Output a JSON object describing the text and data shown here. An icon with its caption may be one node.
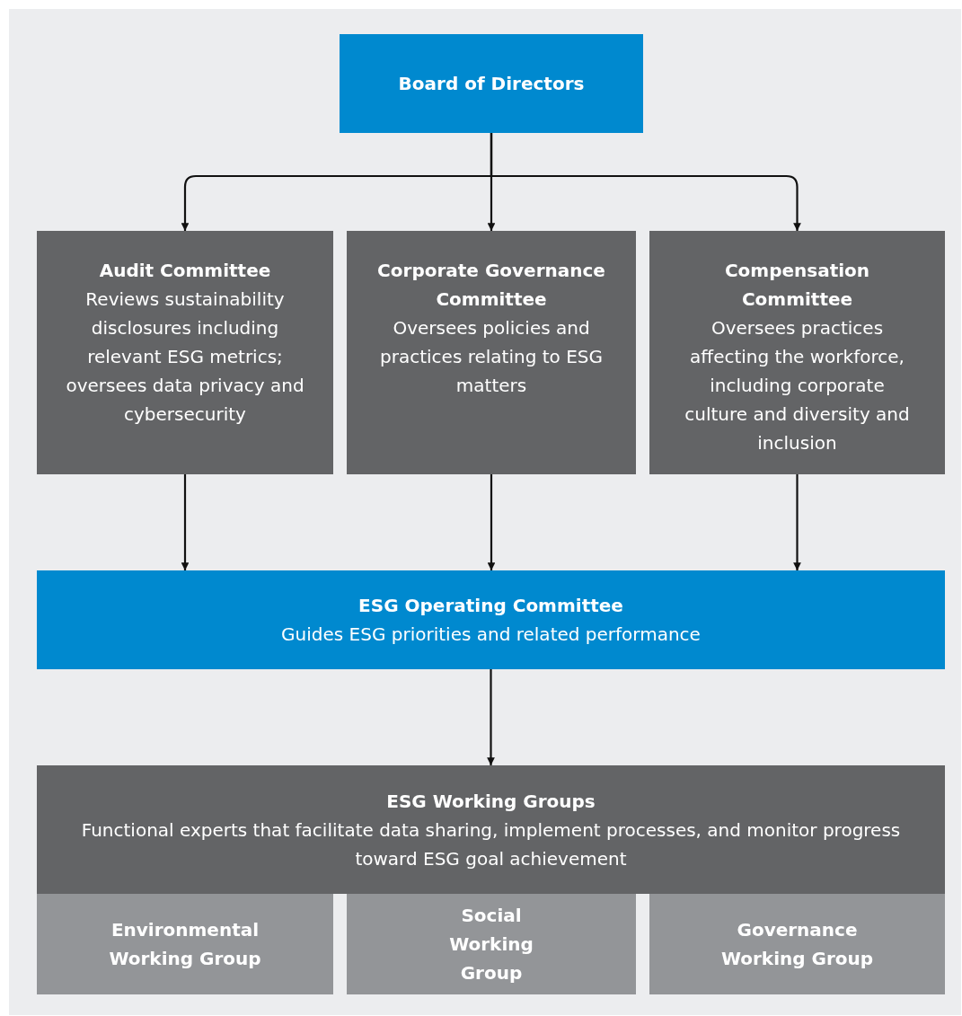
{
  "diagram": {
    "nodes": [
      {
        "text": [
          "Board of Directors"
        ]
      },
      {
        "text": [
          "Audit Committee",
          "Reviews sustainability disclosures including relevant ESG metrics; oversees data privacy and cybersecurity"
        ]
      },
      {
        "text": [
          "Corporate Governance Committee",
          "Oversees policies and practices relating to ESG matters"
        ]
      },
      {
        "text": [
          "Compensation Committee",
          "Oversees practices affecting the workforce, including corporate culture and diversity and inclusion"
        ]
      },
      {
        "text": [
          "ESG Operating Committee",
          "Guides ESG priorities and related performance"
        ]
      },
      {
        "text": [
          "ESG Working Groups",
          "Functional experts that facilitate data sharing, implement processes, and monitor progress toward ESG goal achievement"
        ]
      },
      {
        "text": [
          "Environmental Working Group"
        ]
      },
      {
        "text": [
          "Social Working Group"
        ]
      },
      {
        "text": [
          "Governance Working Group"
        ]
      }
    ],
    "edges": [
      {
        "from": 0,
        "to": 1,
        "arrow": "to"
      },
      {
        "from": 0,
        "to": 2,
        "arrow": "to"
      },
      {
        "from": 0,
        "to": 3,
        "arrow": "to"
      },
      {
        "from": 1,
        "to": 4,
        "arrow": "to"
      },
      {
        "from": 2,
        "to": 4,
        "arrow": "to"
      },
      {
        "from": 3,
        "to": 4,
        "arrow": "to"
      },
      {
        "from": 4,
        "to": 5,
        "arrow": "to"
      }
    ]
  }
}
